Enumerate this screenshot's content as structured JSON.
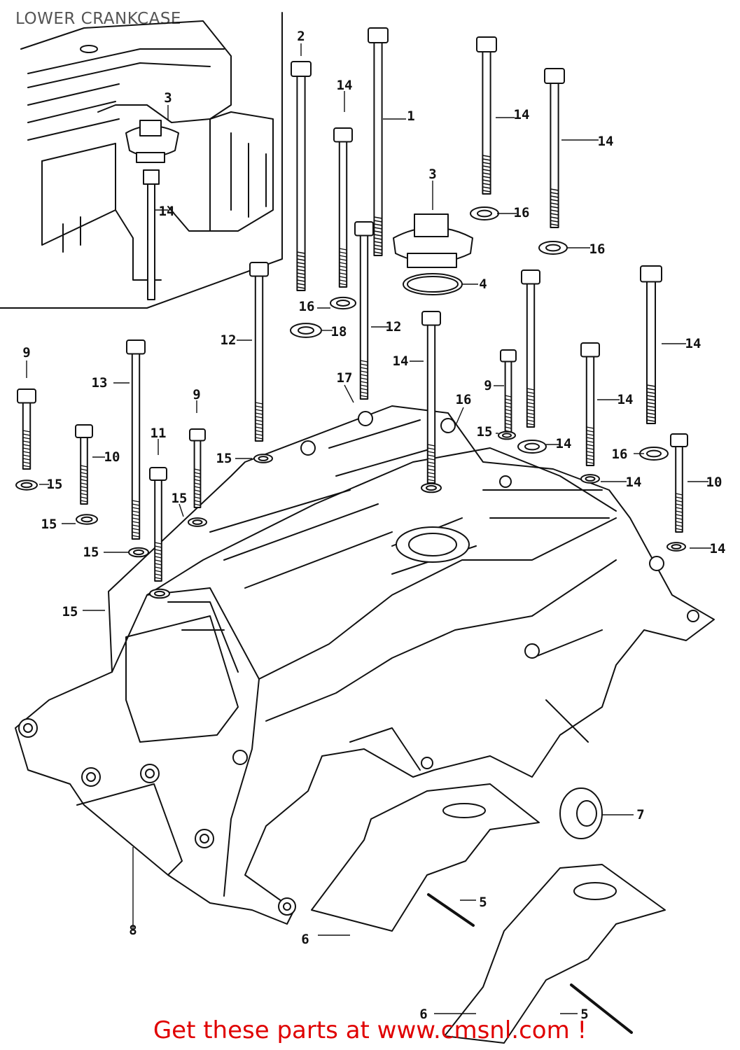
{
  "title": "LOWER CRANKCASE",
  "footer": "Get these parts at www.cmsnl.com !",
  "colors": {
    "footer": "#e00000",
    "title": "#555555",
    "ink": "#111111"
  },
  "callouts": [
    "1",
    "2",
    "3",
    "4",
    "5",
    "6",
    "7",
    "8",
    "9",
    "10",
    "11",
    "12",
    "13",
    "14",
    "15",
    "16",
    "17",
    "18"
  ]
}
